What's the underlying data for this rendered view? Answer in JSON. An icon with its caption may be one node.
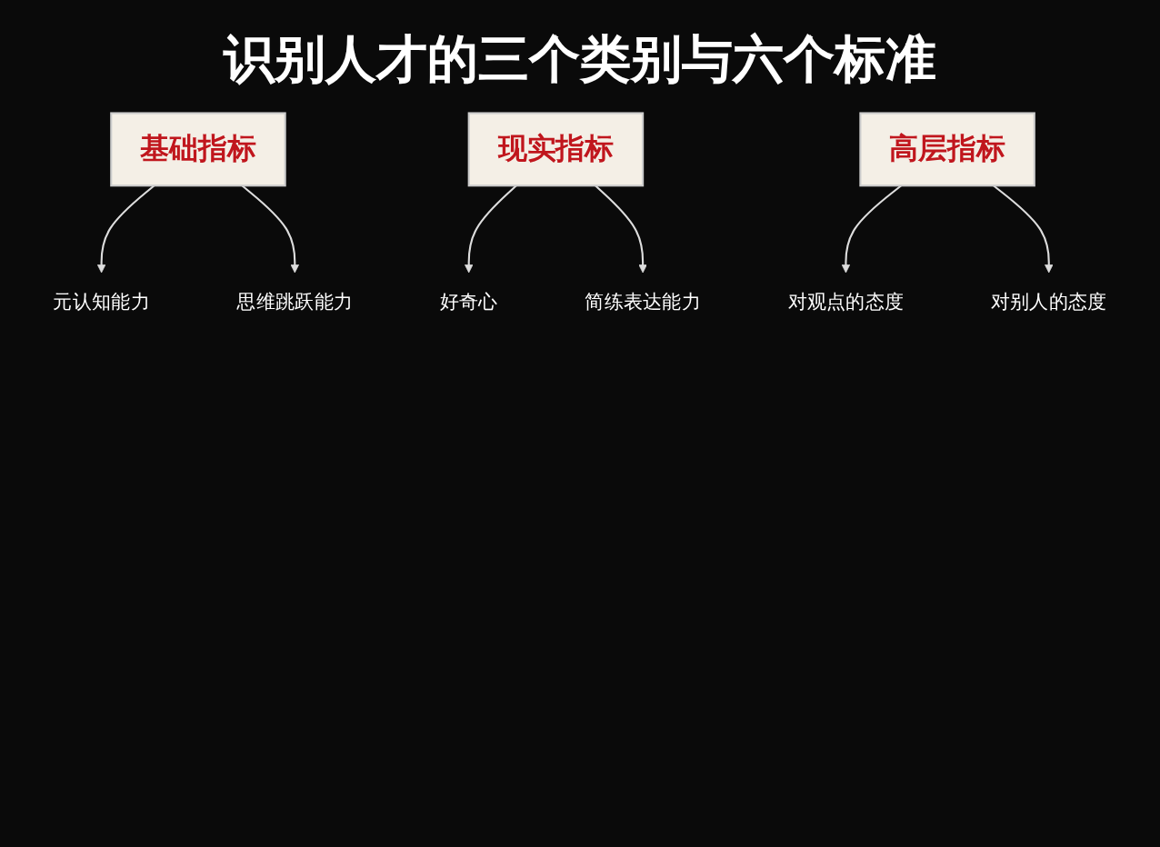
{
  "diagram": {
    "title": "识别人才的三个类别与六个标准",
    "nodes": [
      {
        "text": [
          "基础指标"
        ]
      },
      {
        "text": [
          "现实指标"
        ]
      },
      {
        "text": [
          "高层指标"
        ]
      },
      {
        "text": [
          "元认知能力"
        ]
      },
      {
        "text": [
          "思维跳跃能力"
        ]
      },
      {
        "text": [
          "好奇心"
        ]
      },
      {
        "text": [
          "简练表达能力"
        ]
      },
      {
        "text": [
          "对观点的态度"
        ]
      },
      {
        "text": [
          "对别人的态度"
        ]
      }
    ],
    "edges": [
      {
        "from": 0,
        "to": 3,
        "arrow": "to"
      },
      {
        "from": 0,
        "to": 4,
        "arrow": "to"
      },
      {
        "from": 1,
        "to": 5,
        "arrow": "to"
      },
      {
        "from": 1,
        "to": 6,
        "arrow": "to"
      },
      {
        "from": 2,
        "to": 7,
        "arrow": "to"
      },
      {
        "from": 2,
        "to": 8,
        "arrow": "to"
      }
    ]
  }
}
